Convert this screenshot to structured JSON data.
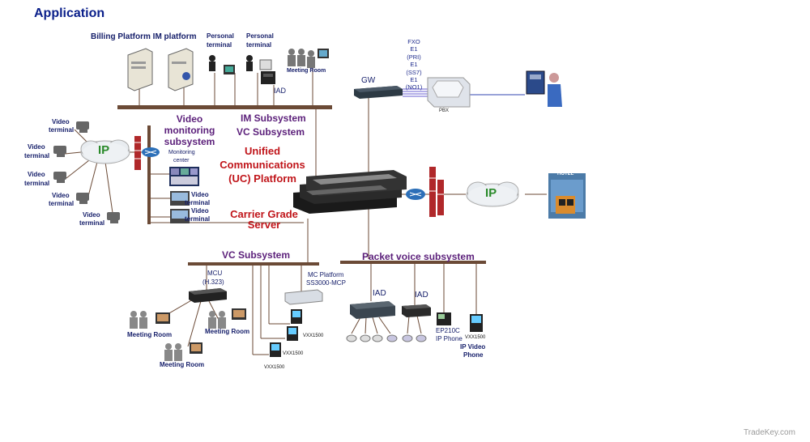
{
  "title": "Application",
  "top": {
    "billing_im": "Billing Platform IM platform",
    "personal_terminal_1": [
      "Personal",
      "terminal"
    ],
    "personal_terminal_2": [
      "Personal",
      "terminal"
    ],
    "meeting_room": "Meeting Room",
    "iad": "IAD"
  },
  "gw": {
    "label": "GW",
    "links": [
      "FXO",
      "E1",
      "(PRI)",
      "E1",
      "(SS7)",
      "E1",
      "(NO1)"
    ],
    "pbx": "PBX"
  },
  "left": {
    "video_terminal": [
      "Video",
      "terminal"
    ],
    "ip": "IP",
    "video_monitoring": [
      "Video",
      "monitoring",
      "subsystem"
    ],
    "monitoring_center": [
      "Monitoring",
      "center"
    ],
    "video_terminal_inline": [
      "Video",
      "terminal"
    ]
  },
  "center": {
    "im_subsystem": "IM Subsystem",
    "vc_subsystem": "VC Subsystem",
    "uc_platform": [
      "Unified",
      "Communications",
      "(UC) Platform"
    ],
    "carrier_grade": [
      "Carrier Grade",
      "Server"
    ]
  },
  "right": {
    "ip": "IP",
    "hotel": "HOTEL"
  },
  "vc": {
    "title": "VC Subsystem",
    "mcu": [
      "MCU",
      "(H.323)"
    ],
    "mc_platform": [
      "MC Platform",
      "SS3000-MCP"
    ],
    "meeting_room": "Meeting Room",
    "vxx": "VXX1500"
  },
  "packet": {
    "title": "Packet voice subsystem",
    "iad": "IAD",
    "ep210c": [
      "EP210C",
      "IP Phone"
    ],
    "ip_video_phone": [
      "IP Video",
      "Phone"
    ],
    "vxx": "VXX1500"
  },
  "watermark": "TradeKey.com"
}
